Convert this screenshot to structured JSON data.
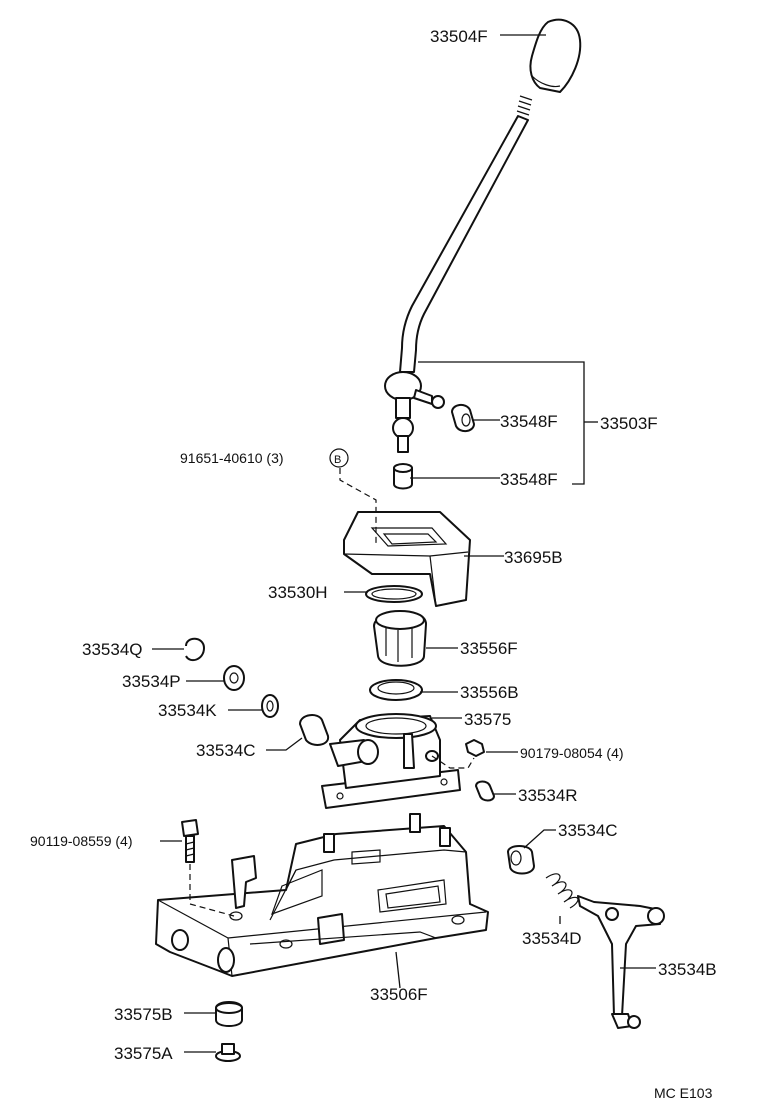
{
  "diagram": {
    "parts": [
      {
        "id": "p01",
        "label": "33504F"
      },
      {
        "id": "p02",
        "label": "33548F"
      },
      {
        "id": "p03",
        "label": "33503F"
      },
      {
        "id": "p04",
        "label": "91651-40610 (3)"
      },
      {
        "id": "p05",
        "label": "B"
      },
      {
        "id": "p06",
        "label": "33548F"
      },
      {
        "id": "p07",
        "label": "33695B"
      },
      {
        "id": "p08",
        "label": "33530H"
      },
      {
        "id": "p09",
        "label": "33534Q"
      },
      {
        "id": "p10",
        "label": "33556F"
      },
      {
        "id": "p11",
        "label": "33534P"
      },
      {
        "id": "p12",
        "label": "33556B"
      },
      {
        "id": "p13",
        "label": "33534K"
      },
      {
        "id": "p14",
        "label": "33575"
      },
      {
        "id": "p15",
        "label": "33534C"
      },
      {
        "id": "p16",
        "label": "90179-08054 (4)"
      },
      {
        "id": "p17",
        "label": "33534R"
      },
      {
        "id": "p18",
        "label": "90119-08559 (4)"
      },
      {
        "id": "p19",
        "label": "33534C"
      },
      {
        "id": "p20",
        "label": "33534D"
      },
      {
        "id": "p21",
        "label": "33534B"
      },
      {
        "id": "p22",
        "label": "33506F"
      },
      {
        "id": "p23",
        "label": "33575B"
      },
      {
        "id": "p24",
        "label": "33575A"
      }
    ],
    "footer": "MC  E103"
  }
}
